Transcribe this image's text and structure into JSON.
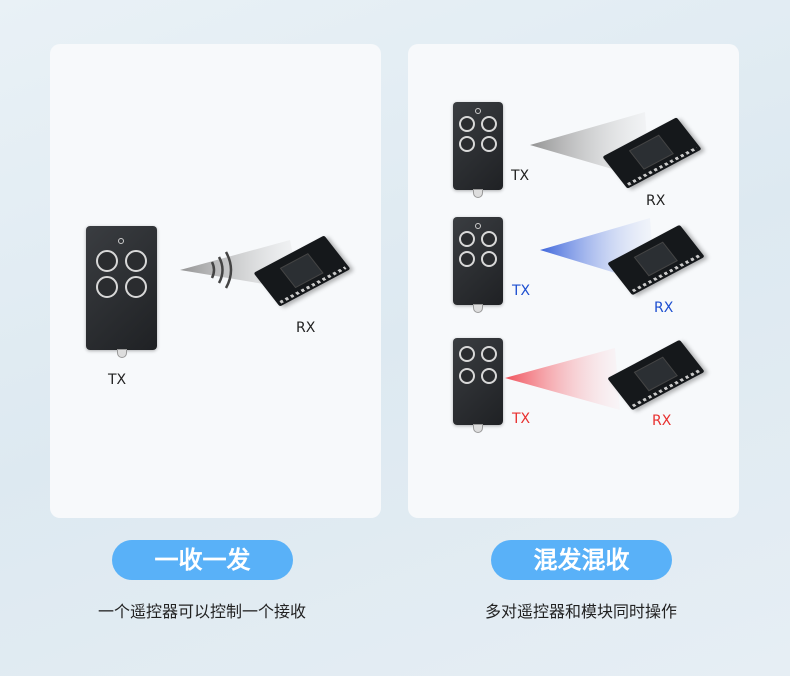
{
  "left": {
    "tx": "TX",
    "rx": "RX",
    "title": "一收一发",
    "caption": "一个遥控器可以控制一个接收"
  },
  "right": {
    "pairs": [
      {
        "tx": "TX",
        "rx": "RX",
        "color": "#222222"
      },
      {
        "tx": "TX",
        "rx": "RX",
        "color": "#1d4fd0"
      },
      {
        "tx": "TX",
        "rx": "RX",
        "color": "#e8302f"
      }
    ],
    "title": "混发混收",
    "caption": "多对遥控器和模块同时操作"
  },
  "colors": {
    "accent": "#59b1f8",
    "blue": "#1d4fd0",
    "red": "#e8302f"
  }
}
